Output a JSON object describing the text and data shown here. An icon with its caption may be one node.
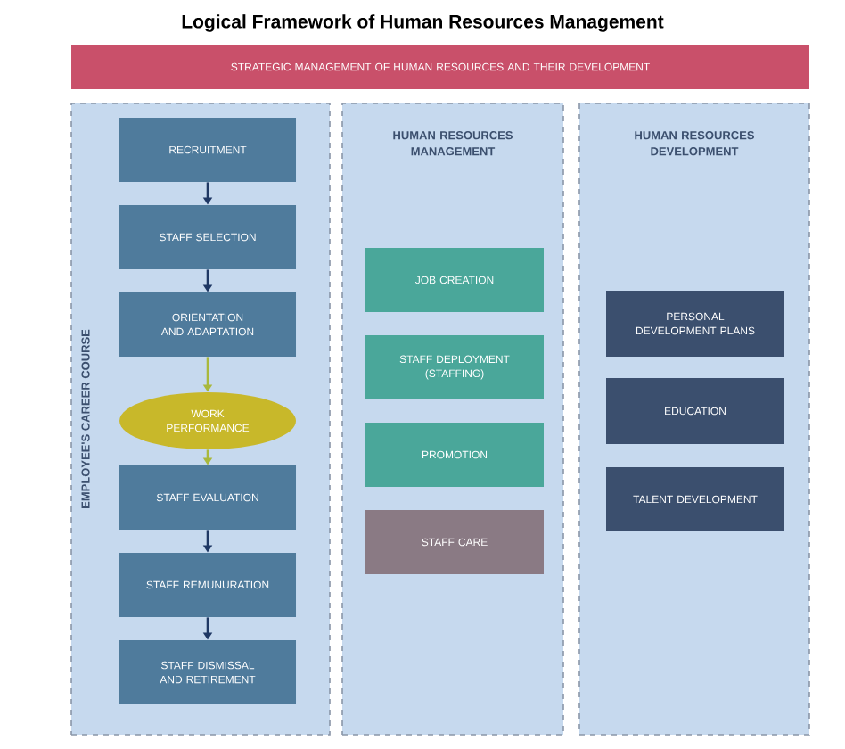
{
  "diagram": {
    "title": "Logical Framework of Human Resources Management",
    "nodes": [
      {
        "text": [
          "STRATEGIC MANAGEMENT OF HUMAN RESOURCES AND THEIR DEVELOPMENT"
        ]
      },
      {
        "text": [
          "EMPLOYEE'S CAREER COURSE"
        ]
      },
      {
        "text": [
          "HUMAN RESOURCES MANAGEMENT"
        ]
      },
      {
        "text": [
          "HUMAN RESOURCES DEVELOPMENT"
        ]
      },
      {
        "text": [
          "RECRUITMENT"
        ],
        "in": 1
      },
      {
        "text": [
          "STAFF SELECTION"
        ],
        "in": 1
      },
      {
        "text": [
          "ORIENTATION AND ADAPTATION"
        ],
        "in": 1
      },
      {
        "text": [
          "WORK PERFORMANCE"
        ],
        "in": 1
      },
      {
        "text": [
          "STAFF EVALUATION"
        ],
        "in": 1
      },
      {
        "text": [
          "STAFF REMUNURATION"
        ],
        "in": 1
      },
      {
        "text": [
          "STAFF DISMISSAL AND RETIREMENT"
        ],
        "in": 1
      },
      {
        "text": [
          "JOB CREATION"
        ],
        "in": 2
      },
      {
        "text": [
          "STAFF DEPLOYMENT (STAFFING)"
        ],
        "in": 2
      },
      {
        "text": [
          "PROMOTION"
        ],
        "in": 2
      },
      {
        "text": [
          "STAFF CARE"
        ],
        "in": 2
      },
      {
        "text": [
          "PERSONAL DEVELOPMENT PLANS"
        ],
        "in": 3
      },
      {
        "text": [
          "EDUCATION"
        ],
        "in": 3
      },
      {
        "text": [
          "TALENT DEVELOPMENT"
        ],
        "in": 3
      }
    ],
    "edges": [
      {
        "from": 4,
        "to": 5,
        "arrow": "to"
      },
      {
        "from": 5,
        "to": 6,
        "arrow": "to"
      },
      {
        "from": 6,
        "to": 7,
        "arrow": "to",
        "color": "#a9b83c"
      },
      {
        "from": 7,
        "to": 8,
        "arrow": "to",
        "color": "#a9b83c"
      },
      {
        "from": 8,
        "to": 9,
        "arrow": "to"
      },
      {
        "from": 9,
        "to": 10,
        "arrow": "to"
      }
    ]
  }
}
